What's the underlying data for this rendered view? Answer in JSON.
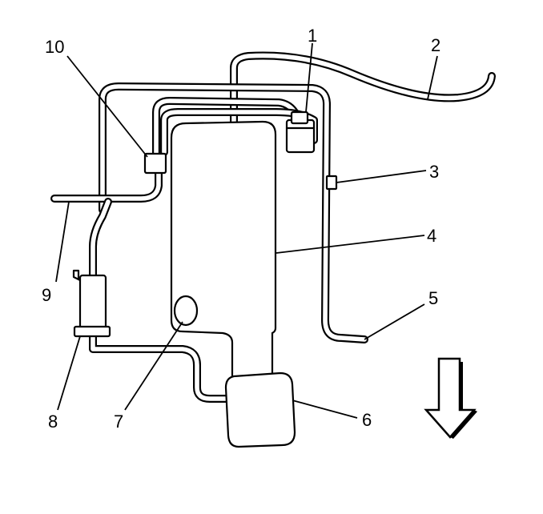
{
  "callouts": [
    {
      "id": "1",
      "text": "1"
    },
    {
      "id": "2",
      "text": "2"
    },
    {
      "id": "3",
      "text": "3"
    },
    {
      "id": "4",
      "text": "4"
    },
    {
      "id": "5",
      "text": "5"
    },
    {
      "id": "6",
      "text": "6"
    },
    {
      "id": "7",
      "text": "7"
    },
    {
      "id": "8",
      "text": "8"
    },
    {
      "id": "9",
      "text": "9"
    },
    {
      "id": "10",
      "text": "10"
    }
  ],
  "direction_arrow": {
    "icon": "down-arrow-icon",
    "direction": "down"
  },
  "colors": {
    "line": "#000000",
    "background": "#ffffff"
  }
}
